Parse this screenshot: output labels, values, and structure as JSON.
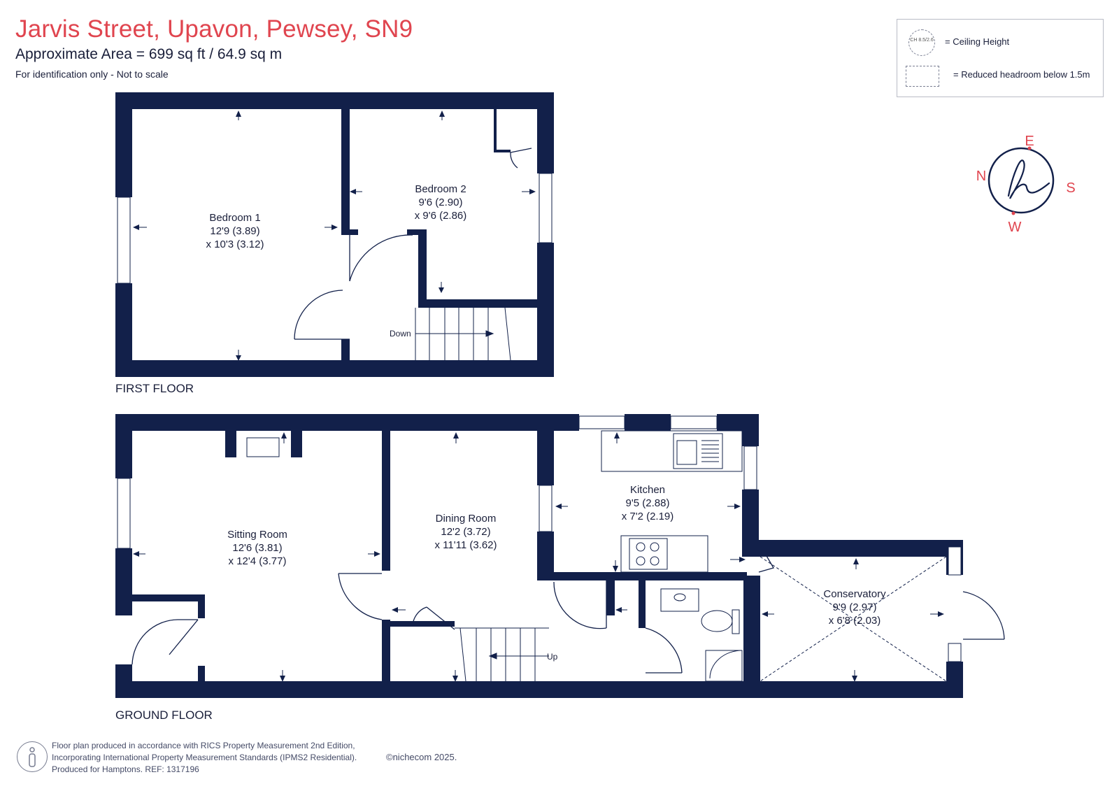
{
  "header": {
    "title": "Jarvis Street, Upavon, Pewsey, SN9",
    "area": "Approximate Area = 699 sq ft / 64.9 sq m",
    "identification": "For identification only - Not to scale"
  },
  "legend": {
    "ceiling_symbol": "CH 8.5/2.6",
    "ceiling_label": "= Ceiling Height",
    "reduced_label": "= Reduced headroom below 1.5m"
  },
  "compass": {
    "e": "E",
    "s": "S",
    "w": "W",
    "n": "N",
    "logo_icon": "script-h-icon"
  },
  "floors": {
    "first": {
      "label": "FIRST FLOOR",
      "rooms": [
        {
          "name": "Bedroom 1",
          "dim1": "12'9 (3.89)",
          "dim2": "x 10'3 (3.12)"
        },
        {
          "name": "Bedroom 2",
          "dim1": "9'6 (2.90)",
          "dim2": "x 9'6 (2.86)"
        }
      ],
      "stairs_label": "Down"
    },
    "ground": {
      "label": "GROUND FLOOR",
      "rooms": [
        {
          "name": "Sitting Room",
          "dim1": "12'6 (3.81)",
          "dim2": "x 12'4 (3.77)"
        },
        {
          "name": "Dining Room",
          "dim1": "12'2 (3.72)",
          "dim2": "x 11'11 (3.62)"
        },
        {
          "name": "Kitchen",
          "dim1": "9'5 (2.88)",
          "dim2": "x 7'2 (2.19)"
        },
        {
          "name": "Conservatory",
          "dim1": "9'9 (2.97)",
          "dim2": "x 6'8 (2.03)"
        }
      ],
      "stairs_label": "Up"
    }
  },
  "footer": {
    "line1": "Floor plan produced in accordance with RICS Property Measurement 2nd Edition,",
    "line2": "Incorporating International Property Measurement Standards (IPMS2 Residential).",
    "line3": "Produced for Hamptons.   REF:  1317196",
    "copyright": "©nichecom 2025.",
    "info_icon": "info-icon"
  },
  "colors": {
    "wall": "#12204a",
    "accent": "#e0454f",
    "text": "#1a1f3a"
  }
}
